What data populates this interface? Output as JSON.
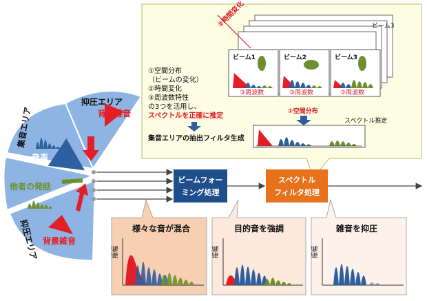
{
  "zones": {
    "collect": "集音エリア",
    "suppress_top": "抑圧エリア",
    "suppress_bottom": "抑圧エリア"
  },
  "sources": {
    "noise_top": "背景雑音",
    "voice": "音声",
    "others": "他者の発話",
    "noise_bottom": "背景雑音"
  },
  "callout": {
    "lines": [
      "①空間分布",
      "（ビームの変化）",
      "②時間変化",
      "③周波数特性",
      "の3つを活用し、"
    ],
    "highlight": "スペクトルを正確に推定",
    "filter_label": "集音エリアの抽出フィルタ生成",
    "time_change": "②時間変化",
    "beams": [
      "ビーム1",
      "ビーム2",
      "ビーム3"
    ],
    "freq_label": "③周波数",
    "space_label": "①空間分布",
    "estimate_label": "スペクトル推定",
    "back_beam": "ビーム3"
  },
  "process": {
    "beamforming": [
      "ビームフォー",
      "ミング処理"
    ],
    "spectral": [
      "スペクトル",
      "フィルタ処理"
    ]
  },
  "panels": [
    {
      "title": "様々な音が混合",
      "axis": "振幅"
    },
    {
      "title": "目的音を強調",
      "axis": "振幅"
    },
    {
      "title": "雑音を抑圧",
      "axis": "振幅"
    }
  ],
  "colors": {
    "zone_blue": "#8eb4e3",
    "zone_blue_dark": "#5b8ec6",
    "voice_blue": "#2e5f9e",
    "noise_red": "#e41e26",
    "other_green": "#6e8f2d",
    "callout_bg": "#fdfde3",
    "callout_border": "#c7c97a",
    "process_blue": "#1f4e8c",
    "process_orange": "#e8711c",
    "panel1_bg": "#f7cfb3",
    "panel2_bg": "#fde9dc",
    "panel3_bg": "#fdf1ea"
  }
}
